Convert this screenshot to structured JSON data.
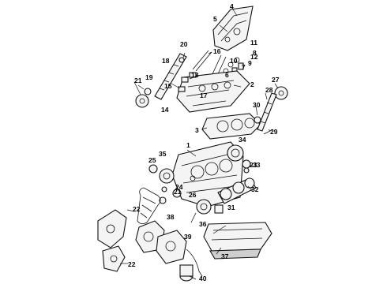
{
  "callouts": [
    {
      "id": "1",
      "text": "1"
    },
    {
      "id": "2",
      "text": "2"
    },
    {
      "id": "3",
      "text": "3"
    },
    {
      "id": "4",
      "text": "4"
    },
    {
      "id": "5",
      "text": "5"
    },
    {
      "id": "6",
      "text": "6"
    },
    {
      "id": "7",
      "text": "7"
    },
    {
      "id": "8",
      "text": "8"
    },
    {
      "id": "9",
      "text": "9"
    },
    {
      "id": "10",
      "text": "10"
    },
    {
      "id": "11",
      "text": "11"
    },
    {
      "id": "12",
      "text": "12"
    },
    {
      "id": "13",
      "text": "13"
    },
    {
      "id": "14",
      "text": "14"
    },
    {
      "id": "15",
      "text": "15"
    },
    {
      "id": "16",
      "text": "16"
    },
    {
      "id": "17",
      "text": "17"
    },
    {
      "id": "18",
      "text": "18"
    },
    {
      "id": "19",
      "text": "19"
    },
    {
      "id": "20",
      "text": "20"
    },
    {
      "id": "21",
      "text": "21"
    },
    {
      "id": "22",
      "text": "22"
    },
    {
      "id": "23",
      "text": "23"
    },
    {
      "id": "24",
      "text": "24"
    },
    {
      "id": "25",
      "text": "25"
    },
    {
      "id": "26",
      "text": "26"
    },
    {
      "id": "27",
      "text": "27"
    },
    {
      "id": "28",
      "text": "28"
    },
    {
      "id": "29",
      "text": "29"
    },
    {
      "id": "30",
      "text": "30"
    },
    {
      "id": "31",
      "text": "31"
    },
    {
      "id": "32",
      "text": "32"
    },
    {
      "id": "33",
      "text": "33"
    },
    {
      "id": "34",
      "text": "34"
    },
    {
      "id": "35",
      "text": "35"
    },
    {
      "id": "36",
      "text": "36"
    },
    {
      "id": "37",
      "text": "37"
    },
    {
      "id": "38",
      "text": "38"
    },
    {
      "id": "39",
      "text": "39"
    },
    {
      "id": "40",
      "text": "40"
    }
  ],
  "colors": {
    "line": "#111111",
    "fill": "#f4f4f4",
    "shade": "#cfcfcf",
    "background": "#ffffff"
  }
}
